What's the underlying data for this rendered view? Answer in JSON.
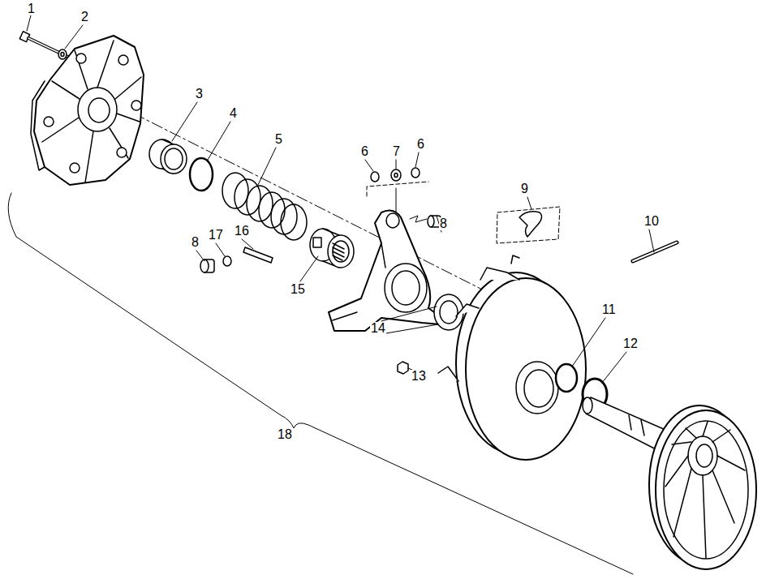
{
  "diagram": {
    "labels": [
      "1",
      "2",
      "3",
      "4",
      "5",
      "6",
      "7",
      "6",
      "9",
      "10",
      "8",
      "16",
      "17",
      "8",
      "15",
      "11",
      "14",
      "12",
      "13",
      "18"
    ]
  }
}
